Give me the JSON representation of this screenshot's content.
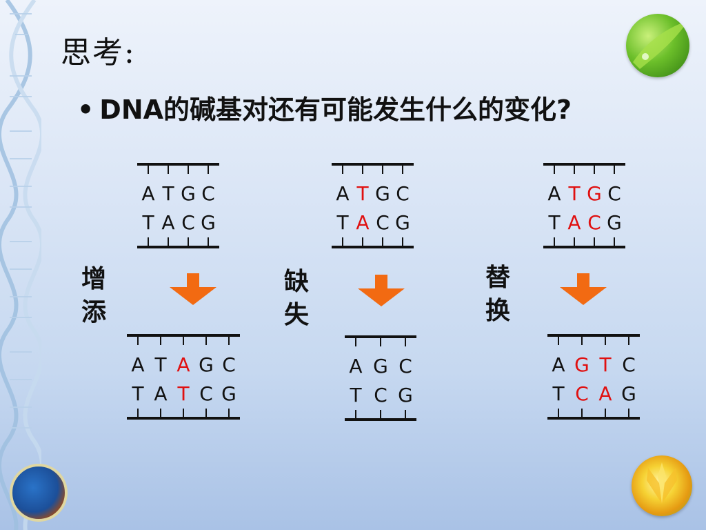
{
  "title": "思考:",
  "bullet": {
    "dot": "•",
    "text": "DNA的碱基对还有可能发生什么的变化?"
  },
  "labels": {
    "addition": [
      "增",
      "添"
    ],
    "deletion": [
      "缺",
      "失"
    ],
    "substitution": [
      "替",
      "换"
    ]
  },
  "panels": {
    "addition_before": {
      "top": [
        "A",
        "T",
        "G",
        "C"
      ],
      "bottom": [
        "T",
        "A",
        "C",
        "G"
      ],
      "red_top": [],
      "red_bottom": []
    },
    "deletion_before": {
      "top": [
        "A",
        "T",
        "G",
        "C"
      ],
      "bottom": [
        "T",
        "A",
        "C",
        "G"
      ],
      "red_top": [
        1
      ],
      "red_bottom": [
        1
      ]
    },
    "substitution_before": {
      "top": [
        "A",
        "T",
        "G",
        "C"
      ],
      "bottom": [
        "T",
        "A",
        "C",
        "G"
      ],
      "red_top": [
        1,
        2
      ],
      "red_bottom": [
        1,
        2
      ]
    },
    "addition_after": {
      "top": [
        "A",
        "T",
        "A",
        "G",
        "C"
      ],
      "bottom": [
        "T",
        "A",
        "T",
        "C",
        "G"
      ],
      "red_top": [
        2
      ],
      "red_bottom": [
        2
      ]
    },
    "deletion_after": {
      "top": [
        "A",
        "G",
        "C"
      ],
      "bottom": [
        "T",
        "C",
        "G"
      ],
      "red_top": [],
      "red_bottom": []
    },
    "substitution_after": {
      "top": [
        "A",
        "G",
        "T",
        "C"
      ],
      "bottom": [
        "T",
        "C",
        "A",
        "G"
      ],
      "red_top": [
        1,
        2
      ],
      "red_bottom": [
        1,
        2
      ]
    }
  },
  "colors": {
    "arrow": "#f26a12",
    "mutation": "#e01010",
    "base": "#111111"
  }
}
